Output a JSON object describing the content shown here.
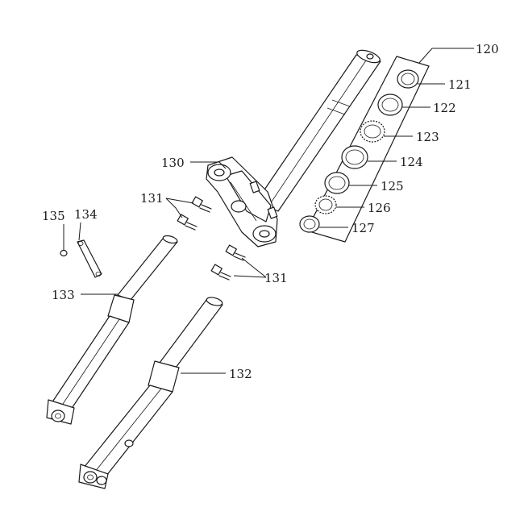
{
  "labels": {
    "l120": "120",
    "l121": "121",
    "l122": "122",
    "l123": "123",
    "l124": "124",
    "l125": "125",
    "l126": "126",
    "l127": "127",
    "l130": "130",
    "l131a": "131",
    "l131b": "131",
    "l132": "132",
    "l133": "133",
    "l134": "134",
    "l135": "135"
  }
}
